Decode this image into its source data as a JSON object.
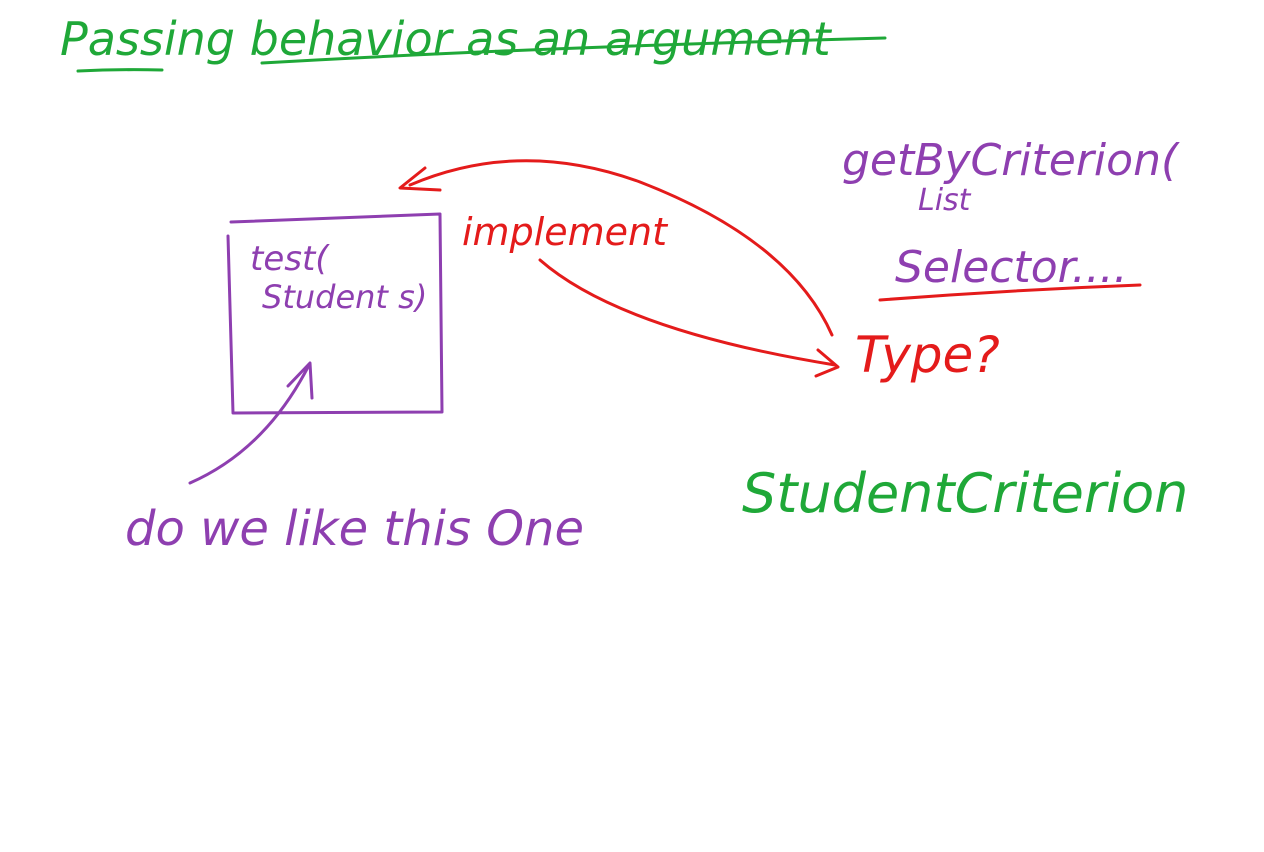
{
  "colors": {
    "green": "#1fa838",
    "purple": "#8e3fb0",
    "red": "#e41b1b",
    "background": "#ffffff"
  },
  "notes": {
    "title": "Passing behavior as an argument",
    "box_line1": "test(",
    "box_line2": "Student s)",
    "implement": "implement",
    "method_line1": "getByCriterion(",
    "method_line2": "List",
    "method_line3": "Selector....",
    "type_question": "Type?",
    "student_criterion": "StudentCriterion",
    "bottom_note": "do we like this One"
  }
}
